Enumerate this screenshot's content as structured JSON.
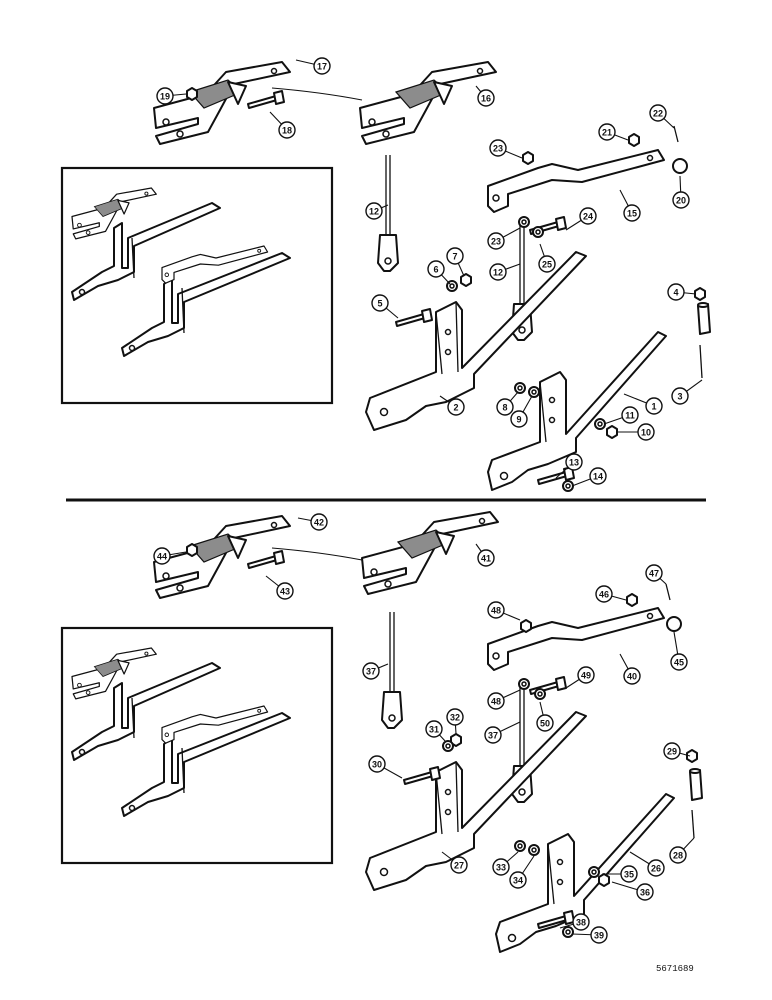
{
  "drawing_ref": "5671689",
  "top_callouts": [
    "1",
    "2",
    "3",
    "4",
    "5",
    "6",
    "7",
    "8",
    "9",
    "10",
    "11",
    "12",
    "12",
    "13",
    "14",
    "15",
    "16",
    "17",
    "18",
    "19",
    "20",
    "21",
    "22",
    "23",
    "23",
    "24",
    "25"
  ],
  "bottom_callouts": [
    "26",
    "27",
    "28",
    "29",
    "30",
    "31",
    "32",
    "33",
    "34",
    "35",
    "36",
    "37",
    "37",
    "38",
    "39",
    "40",
    "41",
    "42",
    "43",
    "44",
    "45",
    "46",
    "47",
    "48",
    "48",
    "49",
    "50"
  ]
}
